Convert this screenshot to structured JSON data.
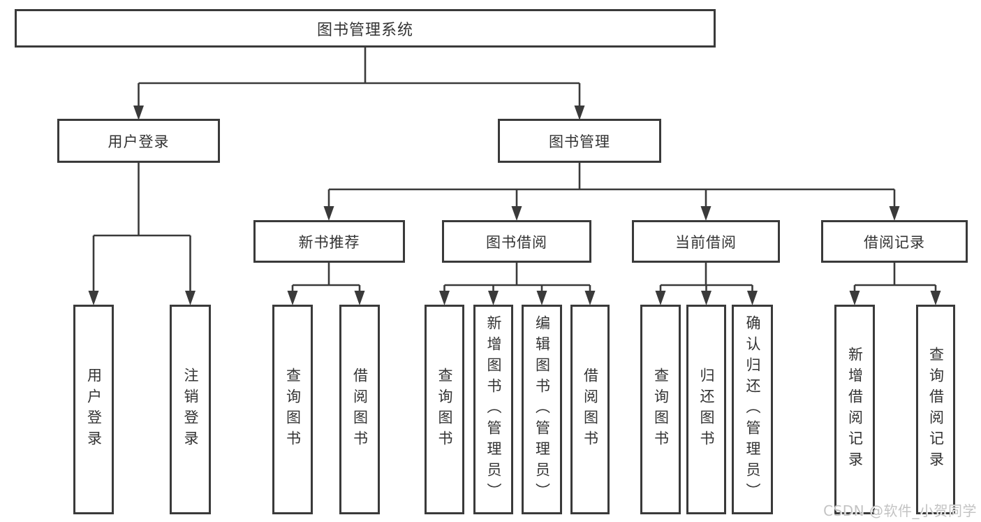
{
  "diagram": {
    "root": {
      "label": "图书管理系统"
    },
    "branches": [
      {
        "label": "用户登录",
        "leaves": [
          "用户登录",
          "注销登录"
        ]
      },
      {
        "label": "图书管理",
        "children": [
          {
            "label": "新书推荐",
            "leaves": [
              "查询图书",
              "借阅图书"
            ]
          },
          {
            "label": "图书借阅",
            "leaves": [
              "查询图书",
              "新增图书（管理员）",
              "编辑图书（管理员）",
              "借阅图书"
            ]
          },
          {
            "label": "当前借阅",
            "leaves": [
              "查询图书",
              "归还图书",
              "确认归还（管理员）"
            ]
          },
          {
            "label": "借阅记录",
            "leaves": [
              "新增借阅记录",
              "查询借阅记录"
            ]
          }
        ]
      }
    ]
  },
  "watermark": "CSDN @软件_小贺同学",
  "colors": {
    "line": "#3a3a3a",
    "text": "#333333",
    "background": "#ffffff",
    "watermark": "#c3c3c3"
  }
}
